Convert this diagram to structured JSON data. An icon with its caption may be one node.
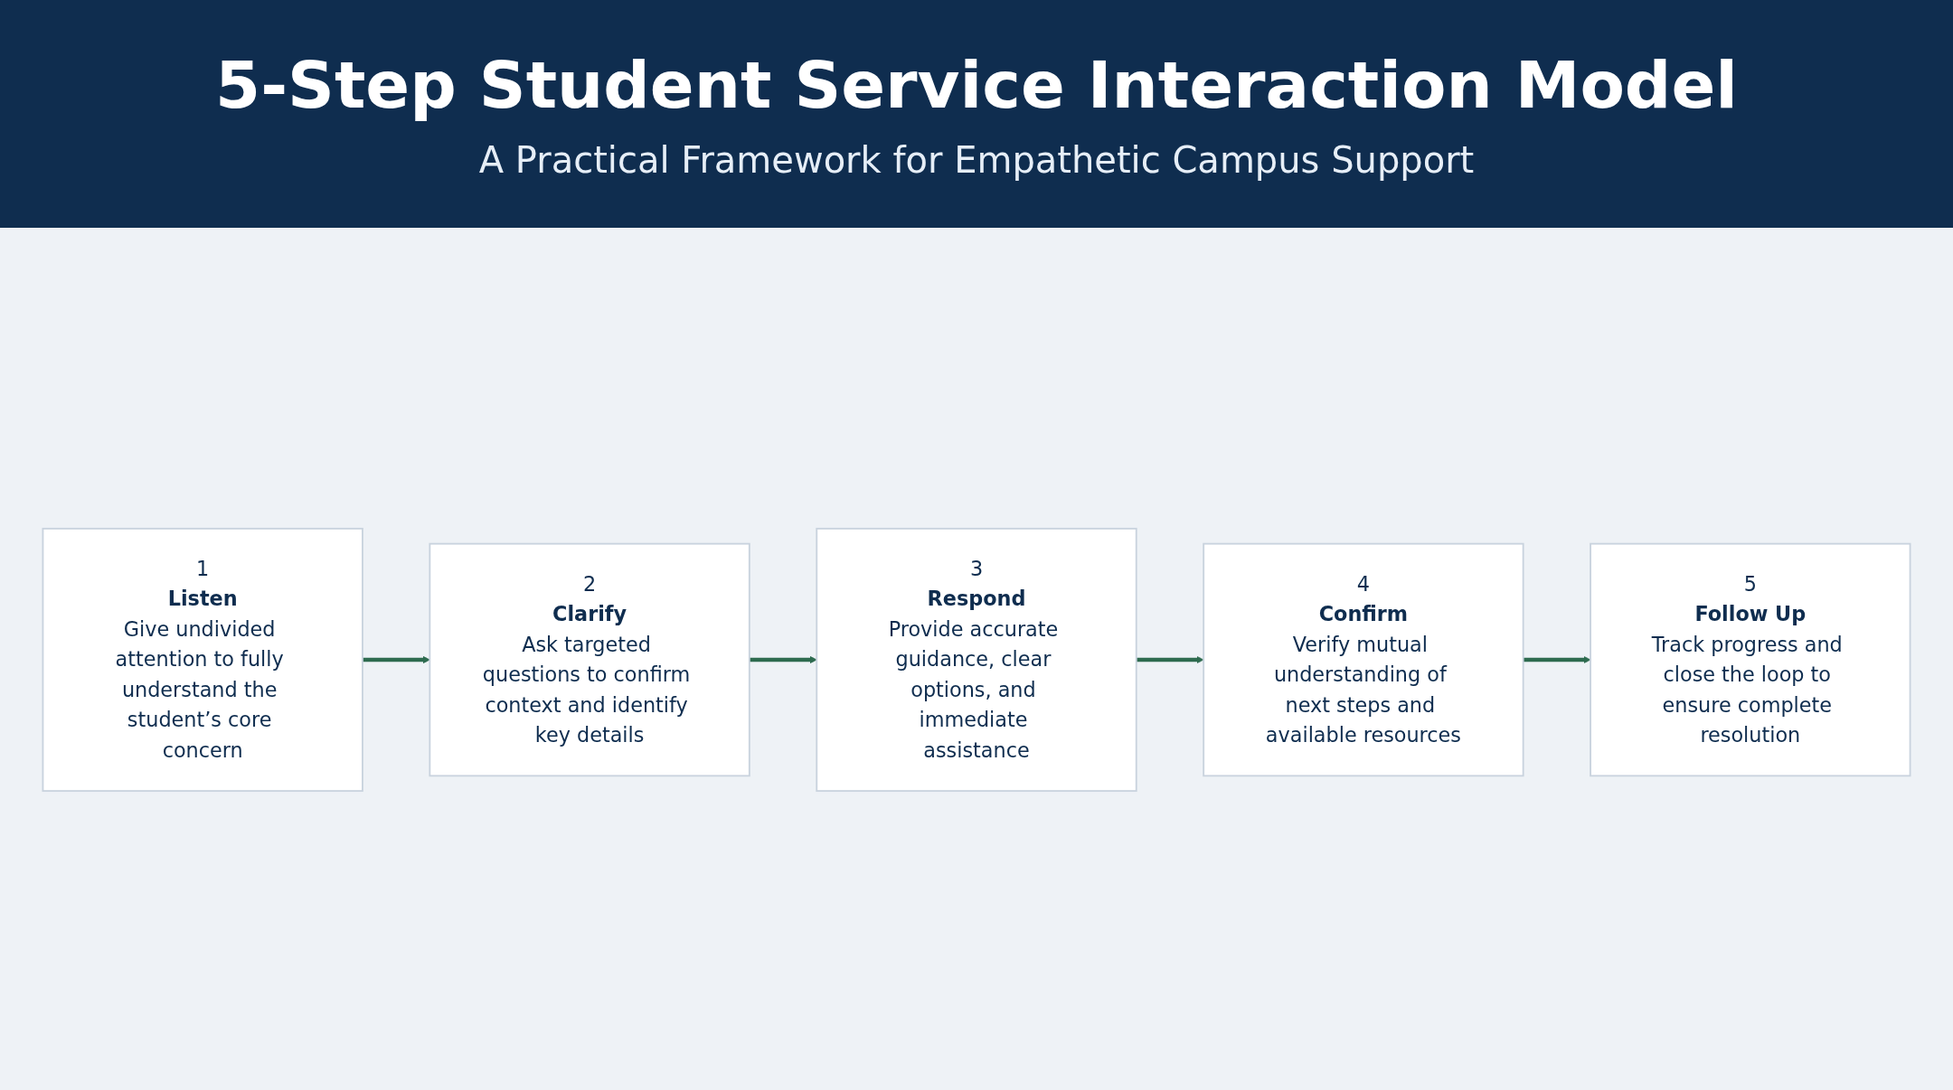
{
  "diagram": {
    "title": "5-Step Student Service Interaction Model",
    "caption": "A Practical Framework for Empathetic Campus Support",
    "nodes": [
      {
        "text": [
          "1",
          "Listen",
          "Give undivided attention to fully understand the student’s core concern"
        ]
      },
      {
        "text": [
          "2",
          "Clarify",
          "Ask targeted questions to confirm context and identify key details"
        ]
      },
      {
        "text": [
          "3",
          "Respond",
          "Provide accurate guidance, clear options, and immediate assistance"
        ]
      },
      {
        "text": [
          "4",
          "Confirm",
          "Verify mutual understanding of next steps and available resources"
        ]
      },
      {
        "text": [
          "5",
          "Follow Up",
          "Track progress and close the loop to ensure complete resolution"
        ]
      }
    ],
    "edges": [
      {
        "from": 0,
        "to": 1,
        "arrow": "to"
      },
      {
        "from": 1,
        "to": 2,
        "arrow": "to"
      },
      {
        "from": 2,
        "to": 3,
        "arrow": "to"
      },
      {
        "from": 3,
        "to": 4,
        "arrow": "to"
      }
    ]
  }
}
